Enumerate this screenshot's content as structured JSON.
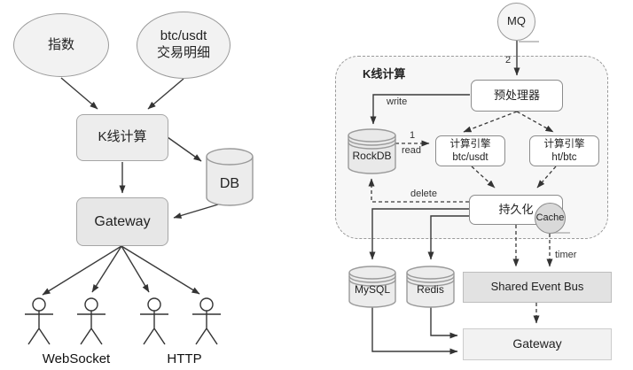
{
  "left_diagram": {
    "index_source": "指数",
    "trades_source": {
      "line1": "btc/usdt",
      "line2": "交易明细"
    },
    "kline_calc": "K线计算",
    "db": "DB",
    "gateway": "Gateway",
    "client_labels": {
      "websocket": "WebSocket",
      "http": "HTTP"
    }
  },
  "right_diagram": {
    "mq": "MQ",
    "kline_group_title": "K线计算",
    "preprocessor": "预处理器",
    "rockdb": "RockDB",
    "engine_btc": {
      "line1": "计算引擎",
      "line2": "btc/usdt"
    },
    "engine_ht": {
      "line1": "计算引擎",
      "line2": "ht/btc"
    },
    "persistence": "持久化",
    "cache": "Cache",
    "mysql": "MySQL",
    "redis": "Redis",
    "shared_event_bus": "Shared Event Bus",
    "gateway": "Gateway",
    "edge_labels": {
      "step2": "2",
      "write": "write",
      "step1": "1",
      "read": "read",
      "delete": "delete",
      "timer": "timer"
    }
  },
  "colors": {
    "node_fill_light": "#f2f2f2",
    "node_fill_box": "#ededed",
    "group_fill": "#f7f7f7",
    "white_box": "#ffffff",
    "cache_fill": "#d9d9d9",
    "event_bus_fill": "#e2e2e2",
    "gateway_right_fill": "#f2f2f2",
    "stroke": "#3a3a3a",
    "border": "#9a9a9a"
  }
}
